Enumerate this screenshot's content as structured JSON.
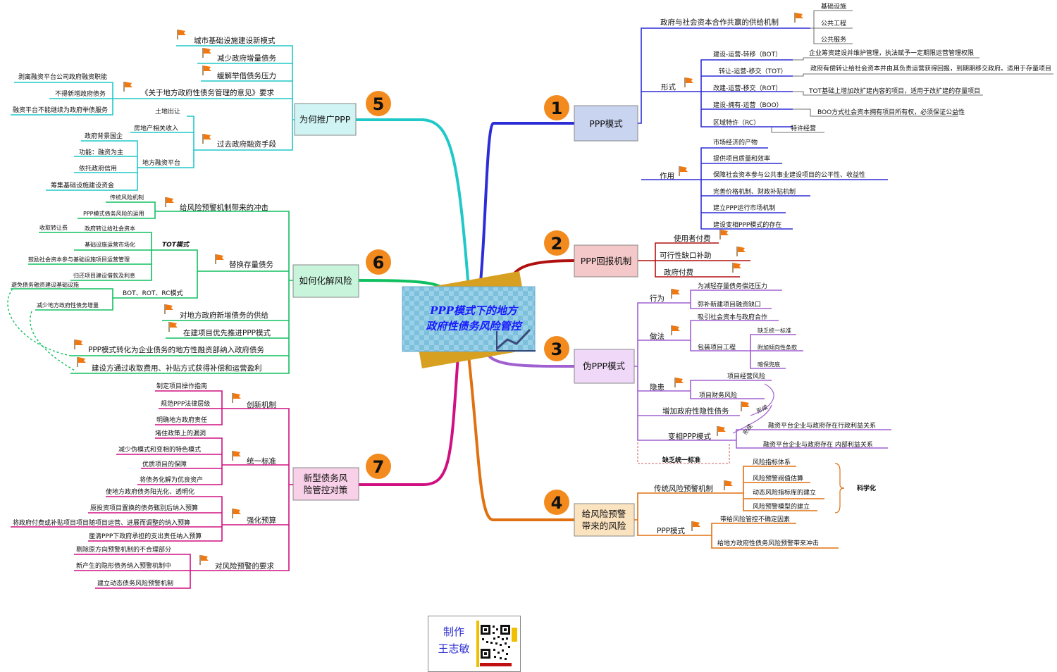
{
  "center": {
    "title_line1": "PPP模式下的地方",
    "title_line2": "政府性债务风险管控"
  },
  "branches": [
    {
      "num": "1",
      "label": "PPP模式",
      "color": "#2d2dd8",
      "fill": "#c8d4f0"
    },
    {
      "num": "2",
      "label": "PPP回报机制",
      "color": "#b01010",
      "fill": "#f4c8c8"
    },
    {
      "num": "3",
      "label": "伪PPP模式",
      "color": "#a060d0",
      "fill": "#f0d8f8"
    },
    {
      "num": "4",
      "label_line1": "给风险预警",
      "label_line2": "带来的风险",
      "color": "#e07010",
      "fill": "#fbe3c0"
    },
    {
      "num": "5",
      "label": "为何推广PPP",
      "color": "#20c8c8",
      "fill": "#d0f4f4"
    },
    {
      "num": "6",
      "label": "如何化解风险",
      "color": "#10c060",
      "fill": "#c8f4dc"
    },
    {
      "num": "7",
      "label_line1": "新型债务风",
      "label_line2": "险管控对策",
      "color": "#d01080",
      "fill": "#f8d0e8"
    }
  ],
  "b1": {
    "a": "政府与社会资本合作共赢的供给机制",
    "a_items": [
      "基础设施",
      "公共工程",
      "公共服务"
    ],
    "form": "形式",
    "forms": [
      {
        "label": "建设-运营-转移（BOT）",
        "desc": "企业筹资建设并维护管理，执法赋予一定期限运营管理权限"
      },
      {
        "label": "转让-运营-移交（TOT）",
        "desc": "政府有偿转让给社会资本并由其负责运营获得回报，到期期移交政府。适用于存量项目"
      },
      {
        "label": "改建-运营-移交（ROT）",
        "desc": "TOT基础上增加改扩建内容的项目，适用于改扩建的存量项目"
      },
      {
        "label": "建设-拥有-运营（BOO）",
        "desc": "BOO方式社会资本拥有项目所有权，必须保证公益性"
      },
      {
        "label": "区域特许（RC）",
        "desc": "特许经营"
      }
    ],
    "role": "作用",
    "roles": [
      "市场经济的产物",
      "提供项目质量和效率",
      "保障社会资本参与公共事业建设项目的公平性、收益性",
      "完善价格机制、财政补贴机制",
      "建立PPP运行市场机制",
      "建设变相PPP模式的存在"
    ]
  },
  "b2": {
    "items": [
      "使用者付费",
      "可行性缺口补助",
      "政府付费"
    ]
  },
  "b3": {
    "behavior": "行为",
    "behaviors": [
      "为减轻存量债务偿还压力",
      "弥补新建项目融资缺口"
    ],
    "method": "做法",
    "method_a": "吸引社会资本与政府合作",
    "method_b": "包装项目工程",
    "method_b_items": [
      "缺乏统一标准",
      "附加倾向性条款",
      "暗保兜底"
    ],
    "hazard": "隐患",
    "hazards": [
      "项目经营风险",
      "项目财务风险"
    ],
    "hidden": "增加政府性隐性债务",
    "variant": "变相PPP模式",
    "variants": [
      "融资平台企业与政府存在行政利益关系",
      "融资平台企业与政府存在 内部利益关系"
    ],
    "form1": "形成",
    "form2": "形成",
    "lack": "缺乏统一标准"
  },
  "b4": {
    "traditional": "传统风险预警机制",
    "traditional_items": [
      "风险指标体系",
      "风险预警阀值估算",
      "动态风险指标库的建立",
      "风险预警模型的建立"
    ],
    "science": "科学化",
    "ppp": "PPP模式",
    "ppp_items": [
      "带给风险管控不确定因素",
      "给地方政府性债务风险预警带来冲击"
    ]
  },
  "b5": {
    "items": [
      "城市基础设施建设新模式",
      "减少政府增量债务",
      "缓解举借债务压力",
      "《关于地方政府性债务管理的意见》要求",
      "过去政府融资手段"
    ],
    "opinion_items": [
      "剥离融资平台公司政府融资职能",
      "不得新增政府债务",
      "融资平台不能继续为政府举债服务"
    ],
    "past_items": [
      "土地出让",
      "房地产相关收入",
      "地方融资平台"
    ],
    "platform_items": [
      "政府背景国企",
      "功能：融资为主",
      "依托政府信用",
      "筹集基础设施建设资金"
    ]
  },
  "b6": {
    "impact": "给风险预警机制带来的冲击",
    "impact_items": [
      "传统风险机制",
      "PPP模式债务风险的运用"
    ],
    "swap": "替换存量债务",
    "tot": "TOT模式",
    "tot_items": [
      "政府转让给社会资本",
      "基础设施运营市场化",
      "鼓励社会资本参与基础设施项目运营管理",
      "归还项目建设借款及利息"
    ],
    "tot_left": "收取转让费",
    "bot": "BOT、ROT、RC模式",
    "bot_items": [
      "避免债务融资建设基础设施",
      "减少地方政府性债务增量"
    ],
    "new_debt": "对地方政府新增债务的供给",
    "priority": "在建项目优先推进PPP模式",
    "convert": "PPP模式转化为企业债务的地方性融资部纳入政府债务",
    "profit": "建设方通过收取费用、补贴方式获得补偿和运营盈利"
  },
  "b7": {
    "innovate": "创新机制",
    "innovate_items": [
      "制定项目操作指南",
      "规范PPP法律层级",
      "明确地方政府责任"
    ],
    "unify": "统一标准",
    "unify_items": [
      "堵住政策上的漏洞",
      "减少伪模式和变相的特色模式",
      "优质项目的保障",
      "将债务化解为优良资产"
    ],
    "budget": "强化预算",
    "budget_items": [
      "使地方政府债务阳光化、透明化",
      "原投资项目置换的债务甄别后纳入预算",
      "将政府付费或补贴项目项目随项目运营、进展而调整的纳入预算",
      "厘清PPP下政府承担的支出责任纳入预算"
    ],
    "warn": "对风险预警的要求",
    "warn_items": [
      "剔除原方向预警机制的不合理部分",
      "新产生的隐形债务纳入预警机制中",
      "建立动态债务风险预警机制"
    ]
  },
  "footer": {
    "line1": "制作",
    "line2": "王志敏"
  }
}
